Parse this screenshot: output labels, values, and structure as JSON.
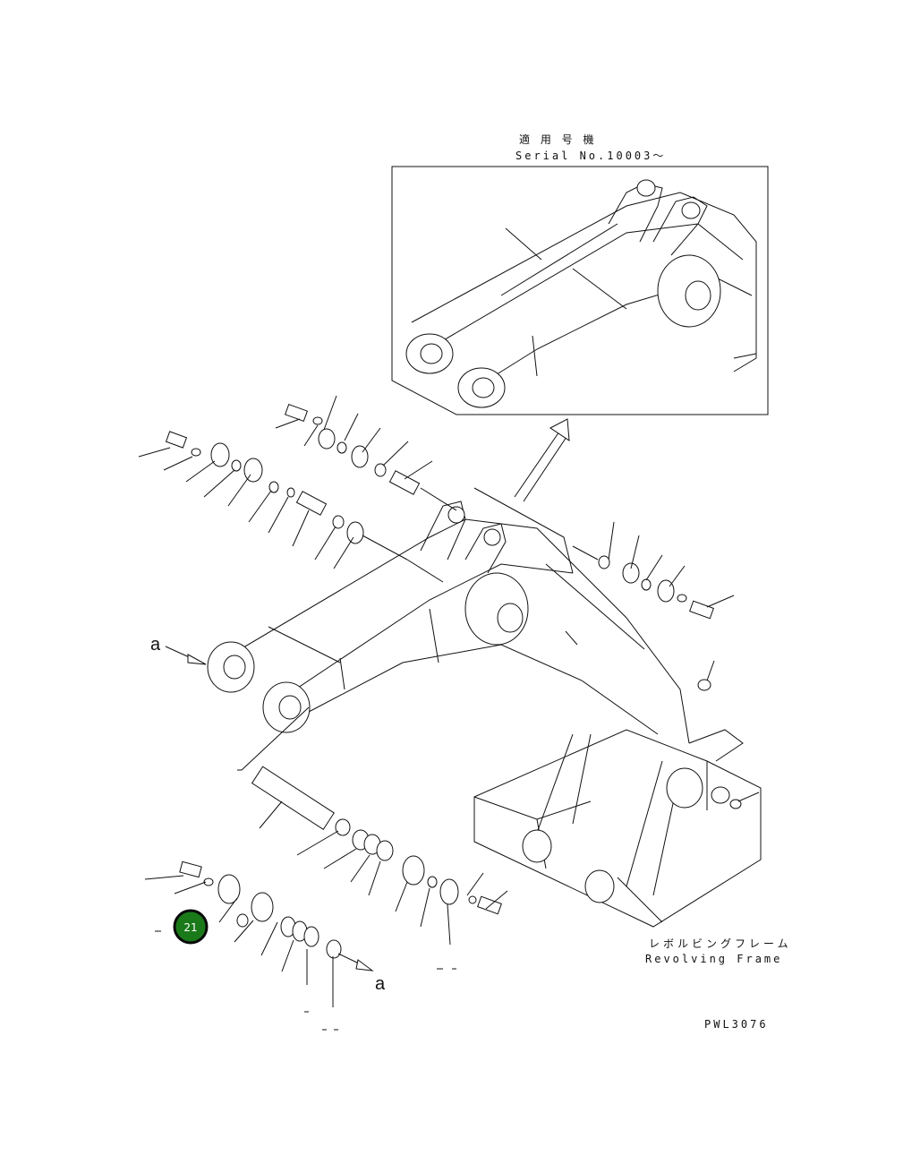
{
  "header": {
    "jp": "適 用 号 機",
    "serial": "Serial No.10003～"
  },
  "labels": {
    "a_top": "a",
    "a_bottom": "a",
    "frame_jp": "レボルビングフレーム",
    "frame_en": "Revolving Frame",
    "drawing_code": "PWL3076"
  },
  "callout": {
    "number": "21",
    "color": "#1a7a1a"
  }
}
